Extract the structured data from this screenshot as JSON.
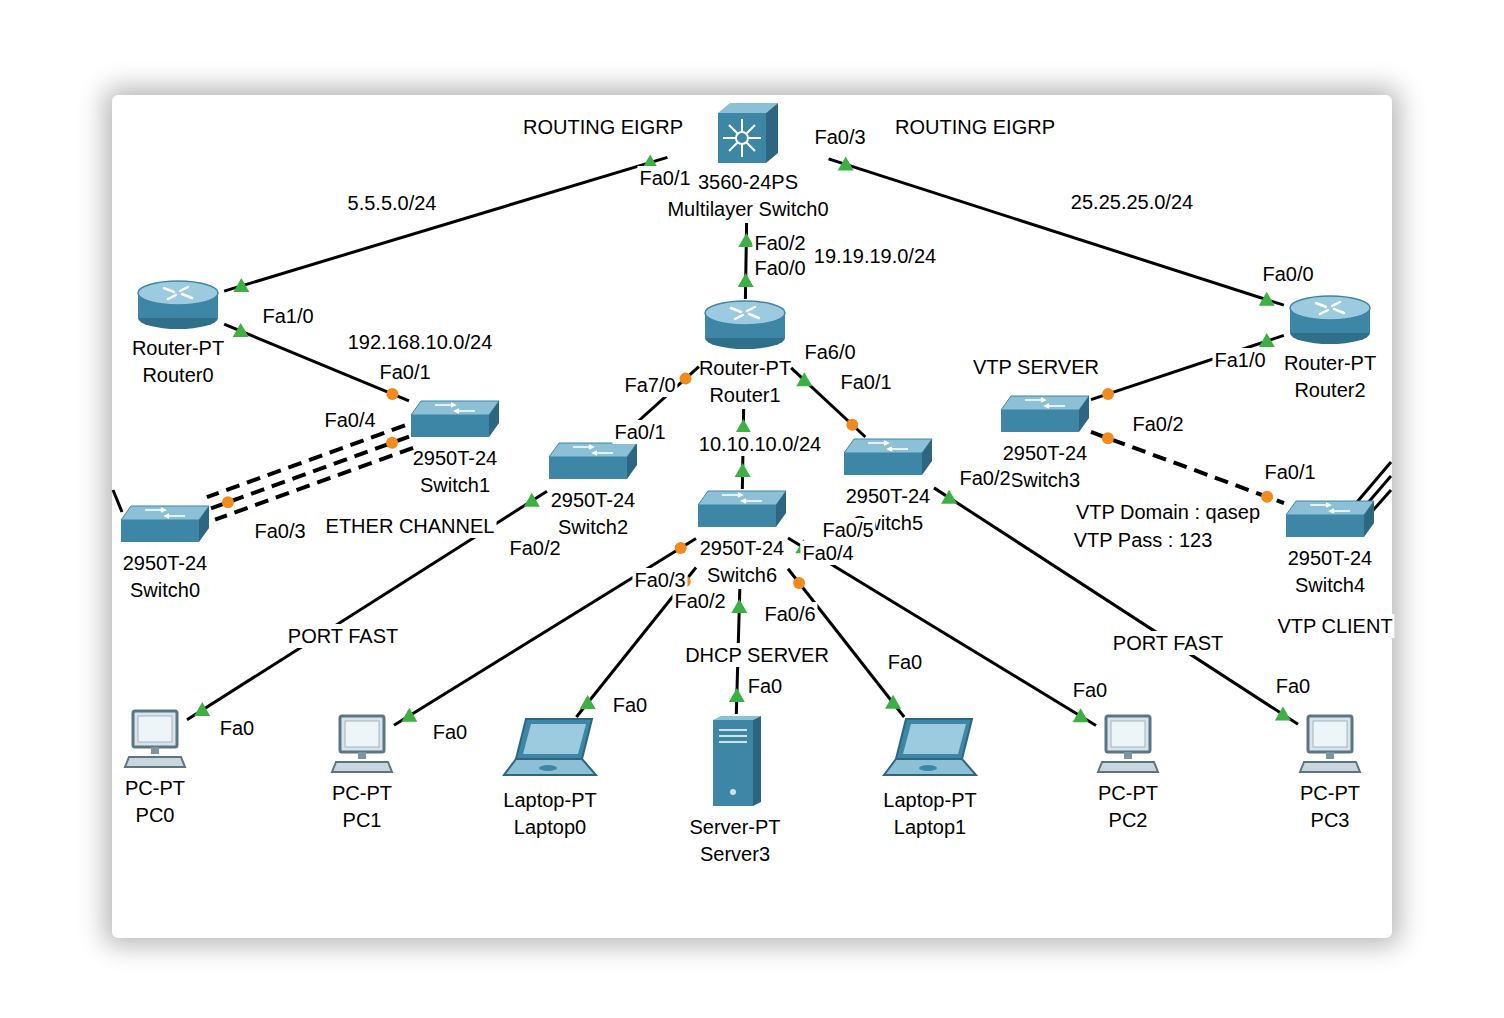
{
  "diagram": {
    "nodes": [
      {
        "text": [
          "3560-24PS",
          "Multilayer Switch0"
        ]
      },
      {
        "text": [
          "Router-PT",
          "Router0"
        ]
      },
      {
        "text": [
          "Router-PT",
          "Router1"
        ]
      },
      {
        "text": [
          "Router-PT",
          "Router2"
        ]
      },
      {
        "text": [
          "2950T-24",
          "Switch1"
        ]
      },
      {
        "text": [
          "2950T-24",
          "Switch0"
        ]
      },
      {
        "text": [
          "2950T-24",
          "Switch2"
        ]
      },
      {
        "text": [
          "2950T-24",
          "Switch6"
        ]
      },
      {
        "text": [
          "2950T-24",
          "Switch5"
        ]
      },
      {
        "text": [
          "2950T-24",
          "Switch3"
        ]
      },
      {
        "text": [
          "2950T-24",
          "Switch4"
        ]
      },
      {
        "text": [
          "PC-PT",
          "PC0"
        ]
      },
      {
        "text": [
          "PC-PT",
          "PC1"
        ]
      },
      {
        "text": [
          "Laptop-PT",
          "Laptop0"
        ]
      },
      {
        "text": [
          "Server-PT",
          "Server3"
        ]
      },
      {
        "text": [
          "Laptop-PT",
          "Laptop1"
        ]
      },
      {
        "text": [
          "PC-PT",
          "PC2"
        ]
      },
      {
        "text": [
          "PC-PT",
          "PC3"
        ]
      }
    ],
    "edges": [
      {
        "from": 0,
        "to": 1,
        "arrow": "none",
        "label": "5.5.5.0/24"
      },
      {
        "from": 0,
        "to": 2,
        "arrow": "none",
        "label": "19.19.19.0/24"
      },
      {
        "from": 0,
        "to": 3,
        "arrow": "none",
        "label": "25.25.25.0/24"
      },
      {
        "from": 1,
        "to": 4,
        "arrow": "none",
        "label": "192.168.10.0/24"
      },
      {
        "from": 2,
        "to": 6,
        "arrow": "none"
      },
      {
        "from": 2,
        "to": 7,
        "arrow": "none",
        "label": "10.10.10.0/24"
      },
      {
        "from": 2,
        "to": 8,
        "arrow": "none"
      },
      {
        "from": 3,
        "to": 9,
        "arrow": "none"
      },
      {
        "from": 9,
        "to": 10,
        "arrow": "none"
      },
      {
        "from": 4,
        "to": 5,
        "arrow": "none"
      },
      {
        "from": 6,
        "to": 11,
        "arrow": "none"
      },
      {
        "from": 7,
        "to": 12,
        "arrow": "none"
      },
      {
        "from": 7,
        "to": 13,
        "arrow": "none"
      },
      {
        "from": 7,
        "to": 14,
        "arrow": "none"
      },
      {
        "from": 7,
        "to": 15,
        "arrow": "none"
      },
      {
        "from": 7,
        "to": 16,
        "arrow": "none"
      },
      {
        "from": 8,
        "to": 17,
        "arrow": "none"
      }
    ],
    "labels": [
      "ROUTING EIGRP",
      "ROUTING EIGRP",
      "Fa0/1",
      "Fa0/3",
      "Fa0/2",
      "Fa0/0",
      "Fa1/0",
      "Fa0/1",
      "Fa7/0",
      "Fa0/1",
      "Fa6/0",
      "Fa0/1",
      "Fa0/0",
      "Fa1/0",
      "VTP SERVER",
      "Fa0/2",
      "Fa0/1",
      "Fa0/4",
      "Fa0/3",
      "ETHER CHANNEL",
      "Fa0/2",
      "Fa0/2",
      "Fa0/5",
      "Fa0/4",
      "Fa0/3",
      "Fa0/2",
      "Fa0/6",
      "VTP Domain : qasep",
      "VTP Pass : 123",
      "VTP CLIENT",
      "PORT FAST",
      "PORT FAST",
      "DHCP SERVER",
      "Fa0",
      "Fa0",
      "Fa0",
      "Fa0",
      "Fa0",
      "Fa0",
      "Fa0"
    ]
  }
}
